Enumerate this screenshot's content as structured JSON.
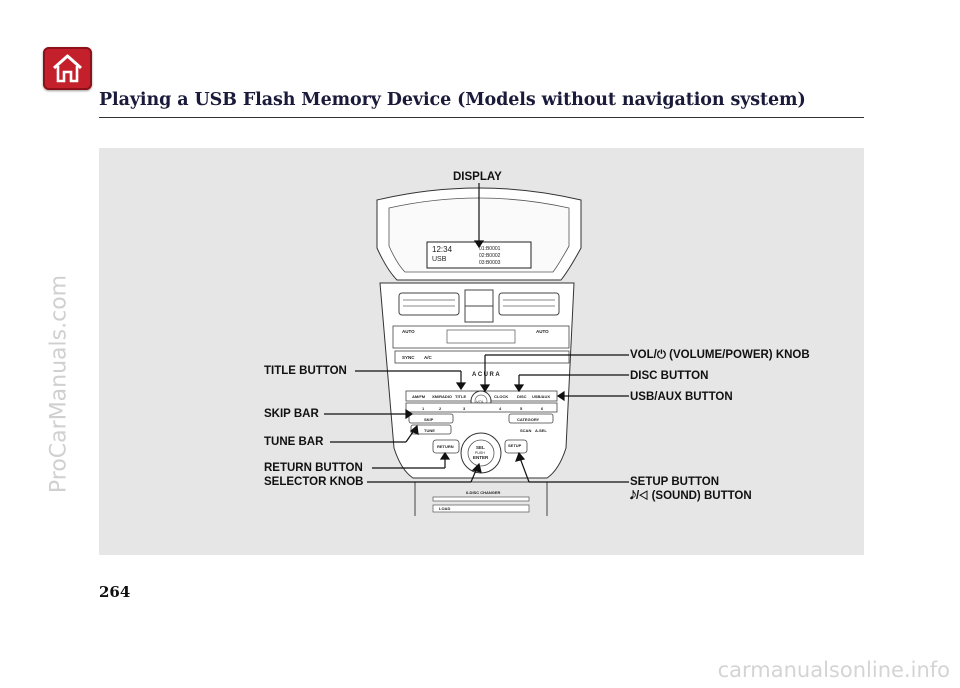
{
  "header": {
    "title": "Playing a USB Flash Memory Device (Models without navigation system)",
    "home_icon": "home-icon",
    "accent_color": "#c4202c"
  },
  "figure": {
    "callouts": {
      "display": "DISPLAY",
      "title_button": "TITLE BUTTON",
      "skip_bar": "SKIP BAR",
      "tune_bar": "TUNE BAR",
      "return_button": "RETURN BUTTON",
      "selector_knob": "SELECTOR KNOB",
      "vol_knob": "VOL/⏻ (VOLUME/POWER) KNOB",
      "disc_button": "DISC BUTTON",
      "usb_aux_button": "USB/AUX BUTTON",
      "setup_button": "SETUP BUTTON",
      "sound_button": "𝅘𝅥𝅮/◁ (SOUND) BUTTON"
    },
    "panel": {
      "display_lines": [
        "12:34",
        "USB",
        "01:B0001",
        "02:B0002",
        "03:B0003"
      ],
      "brand": "ACURA",
      "row1_buttons": [
        "AM/FM",
        "XM/RADIO",
        "TITLE",
        "CLOCK",
        "DISC",
        "USB/AUX"
      ],
      "preset_buttons": [
        "1",
        "2",
        "3",
        "4",
        "5",
        "6"
      ],
      "skip_label": "SKIP",
      "category_label": "CATEGORY",
      "tune_label": "TUNE",
      "scan_label": "SCAN",
      "amrd_label": "A.SEL",
      "return_label": "RETURN",
      "setup_label": "SETUP",
      "selector_lines": [
        "SEL",
        "PUSH",
        "ENTER"
      ],
      "vol_label": "VOL",
      "changer_label": "6-DISC CHANGER",
      "load_label": "LOAD",
      "climate_labels": [
        "AUTO",
        "AUTO",
        "SYNC",
        "A/C"
      ]
    }
  },
  "footer": {
    "page_number": "264",
    "watermark_left": "ProCarManuals.com",
    "watermark_bottom": "carmanualsonline.info"
  }
}
